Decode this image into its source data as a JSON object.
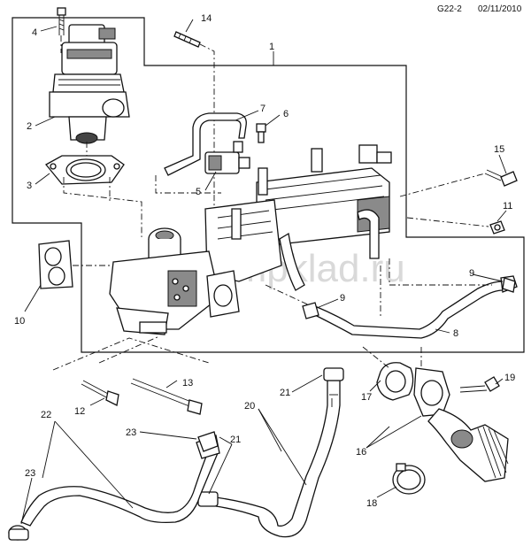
{
  "header": {
    "code": "G22-2",
    "date": "02/11/2010"
  },
  "watermark": "www.gmpklad.ru",
  "callouts": {
    "c1": "1",
    "c2": "2",
    "c3": "3",
    "c4": "4",
    "c5": "5",
    "c6": "6",
    "c7": "7",
    "c8": "8",
    "c9a": "9",
    "c9b": "9",
    "c10": "10",
    "c11": "11",
    "c12": "12",
    "c13": "13",
    "c14": "14",
    "c15": "15",
    "c16": "16",
    "c17": "17",
    "c18": "18",
    "c19": "19",
    "c20": "20",
    "c21a": "21",
    "c21b": "21",
    "c22": "22",
    "c23a": "23",
    "c23b": "23"
  }
}
